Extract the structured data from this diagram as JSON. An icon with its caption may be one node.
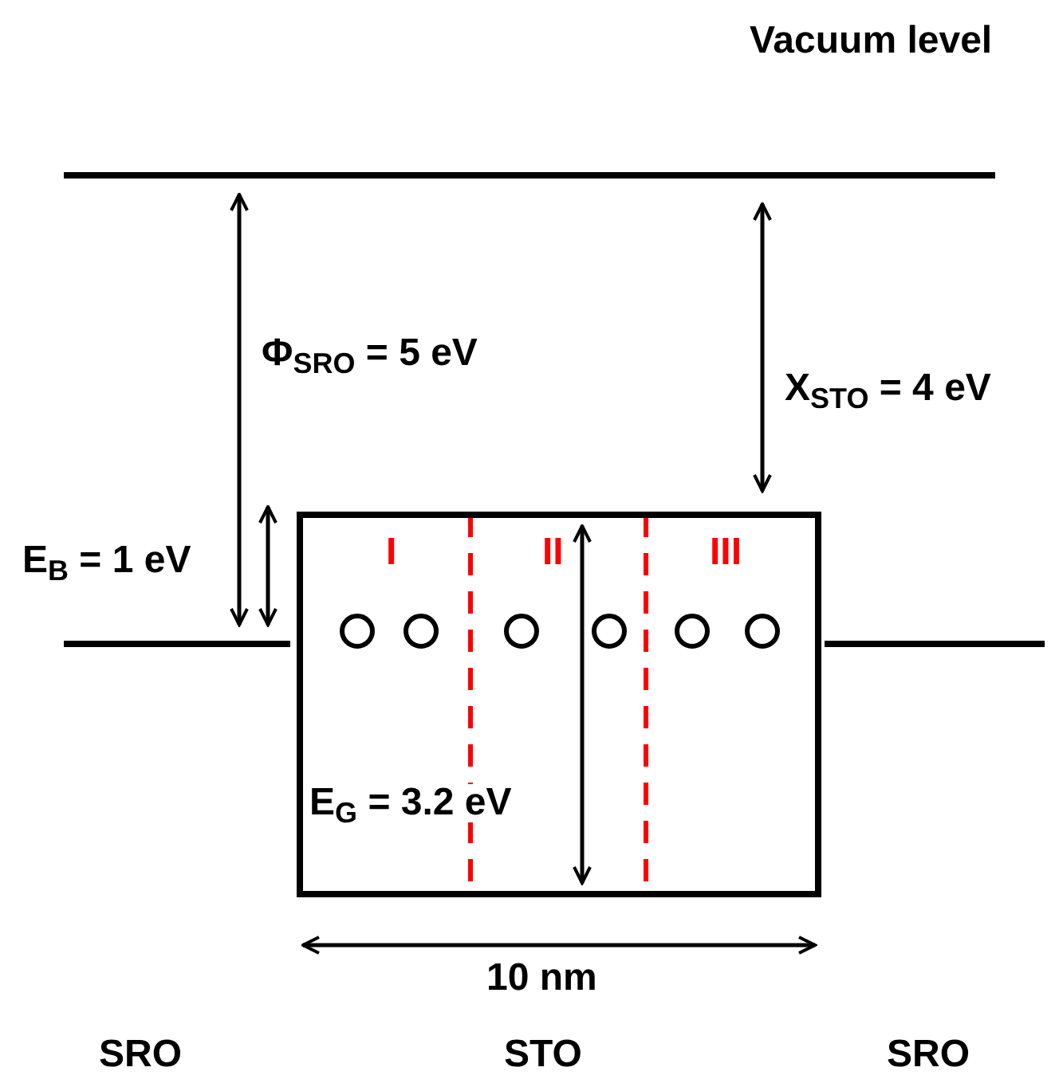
{
  "diagram": {
    "nodes": [
      {
        "text": [
          "I",
          "II",
          "III"
        ]
      },
      {
        "text": [],
        "shape": "circle",
        "in": 0
      },
      {
        "text": [],
        "shape": "circle",
        "in": 0
      },
      {
        "text": [],
        "shape": "circle",
        "in": 0
      },
      {
        "text": [],
        "shape": "circle",
        "in": 0
      },
      {
        "text": [],
        "shape": "circle",
        "in": 0
      },
      {
        "text": [],
        "shape": "circle",
        "in": 0
      }
    ],
    "edges": [],
    "labels": [
      "Vacuum level",
      "Φ$_{SRO}$ = 5 eV",
      "X$_{STO}$ = 4 eV",
      "E$_{B}$ = 1 eV",
      "E$_{G}$ = 3.2 eV",
      "10 nm",
      "SRO",
      "STO",
      "SRO"
    ]
  }
}
